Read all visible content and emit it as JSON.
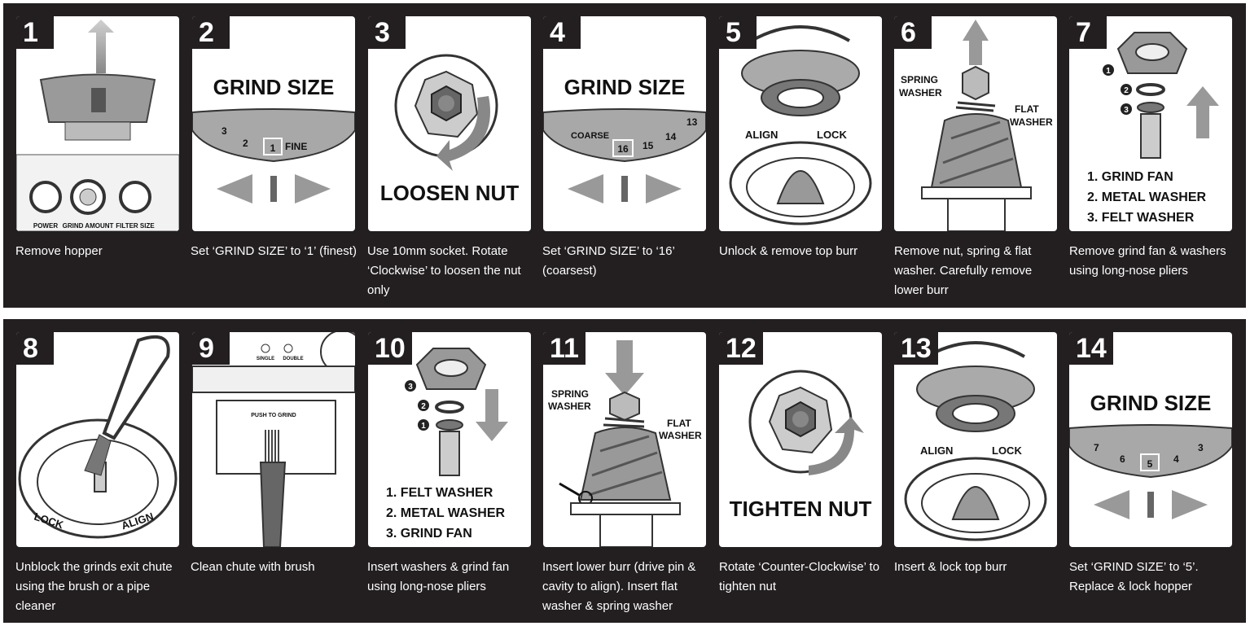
{
  "steps": [
    {
      "num": "1",
      "caption": "Remove hopper",
      "labels": {
        "power": "POWER",
        "grind_amount": "GRIND AMOUNT",
        "filter_size": "FILTER SIZE"
      }
    },
    {
      "num": "2",
      "caption": "Set ‘GRIND SIZE’ to ‘1’ (finest)",
      "heading": "GRIND SIZE",
      "dial": {
        "d1": "3",
        "d2": "2",
        "sel": "1",
        "word": "FINE"
      }
    },
    {
      "num": "3",
      "caption": "Use 10mm socket. Rotate ‘Clockwise’ to loosen the nut only",
      "heading": "LOOSEN NUT"
    },
    {
      "num": "4",
      "caption": "Set ‘GRIND SIZE’ to ‘16’ (coarsest)",
      "heading": "GRIND SIZE",
      "dial": {
        "word": "COARSE",
        "sel": "16",
        "d1": "15",
        "d2": "14",
        "d3": "13"
      }
    },
    {
      "num": "5",
      "caption": "Unlock & remove top burr",
      "labels": {
        "align": "ALIGN",
        "lock": "LOCK"
      }
    },
    {
      "num": "6",
      "caption": "Remove nut, spring & flat washer. Carefully remove lower burr",
      "labels": {
        "spring1": "SPRING",
        "spring2": "WASHER",
        "flat1": "FLAT",
        "flat2": "WASHER"
      }
    },
    {
      "num": "7",
      "caption": "Remove grind fan & washers using long-nose pliers",
      "list": [
        "1. GRIND FAN",
        "2. METAL WASHER",
        "3. FELT WASHER"
      ],
      "badges": [
        "1",
        "2",
        "3"
      ]
    },
    {
      "num": "8",
      "caption": "Unblock the grinds exit chute using the brush or a pipe cleaner",
      "labels": {
        "lock": "LOCK",
        "align": "ALIGN"
      }
    },
    {
      "num": "9",
      "caption": "Clean chute with brush",
      "labels": {
        "single": "SINGLE",
        "double": "DOUBLE",
        "push": "PUSH TO GRIND"
      }
    },
    {
      "num": "10",
      "caption": "Insert washers & grind fan using long-nose pliers",
      "list": [
        "1. FELT WASHER",
        "2. METAL WASHER",
        "3. GRIND FAN"
      ],
      "badges": [
        "3",
        "2",
        "1"
      ]
    },
    {
      "num": "11",
      "caption": "Insert lower burr (drive pin & cavity to align). Insert flat washer & spring washer",
      "labels": {
        "spring1": "SPRING",
        "spring2": "WASHER",
        "flat1": "FLAT",
        "flat2": "WASHER"
      }
    },
    {
      "num": "12",
      "caption": "Rotate ‘Counter-Clockwise’ to tighten nut",
      "heading": "TIGHTEN NUT"
    },
    {
      "num": "13",
      "caption": "Insert & lock top burr",
      "labels": {
        "align": "ALIGN",
        "lock": "LOCK"
      }
    },
    {
      "num": "14",
      "caption": "Set ‘GRIND SIZE’ to ‘5’. Replace & lock hopper",
      "heading": "GRIND SIZE",
      "dial": {
        "d1": "7",
        "d2": "6",
        "sel": "5",
        "d3": "4",
        "d4": "3"
      }
    }
  ]
}
